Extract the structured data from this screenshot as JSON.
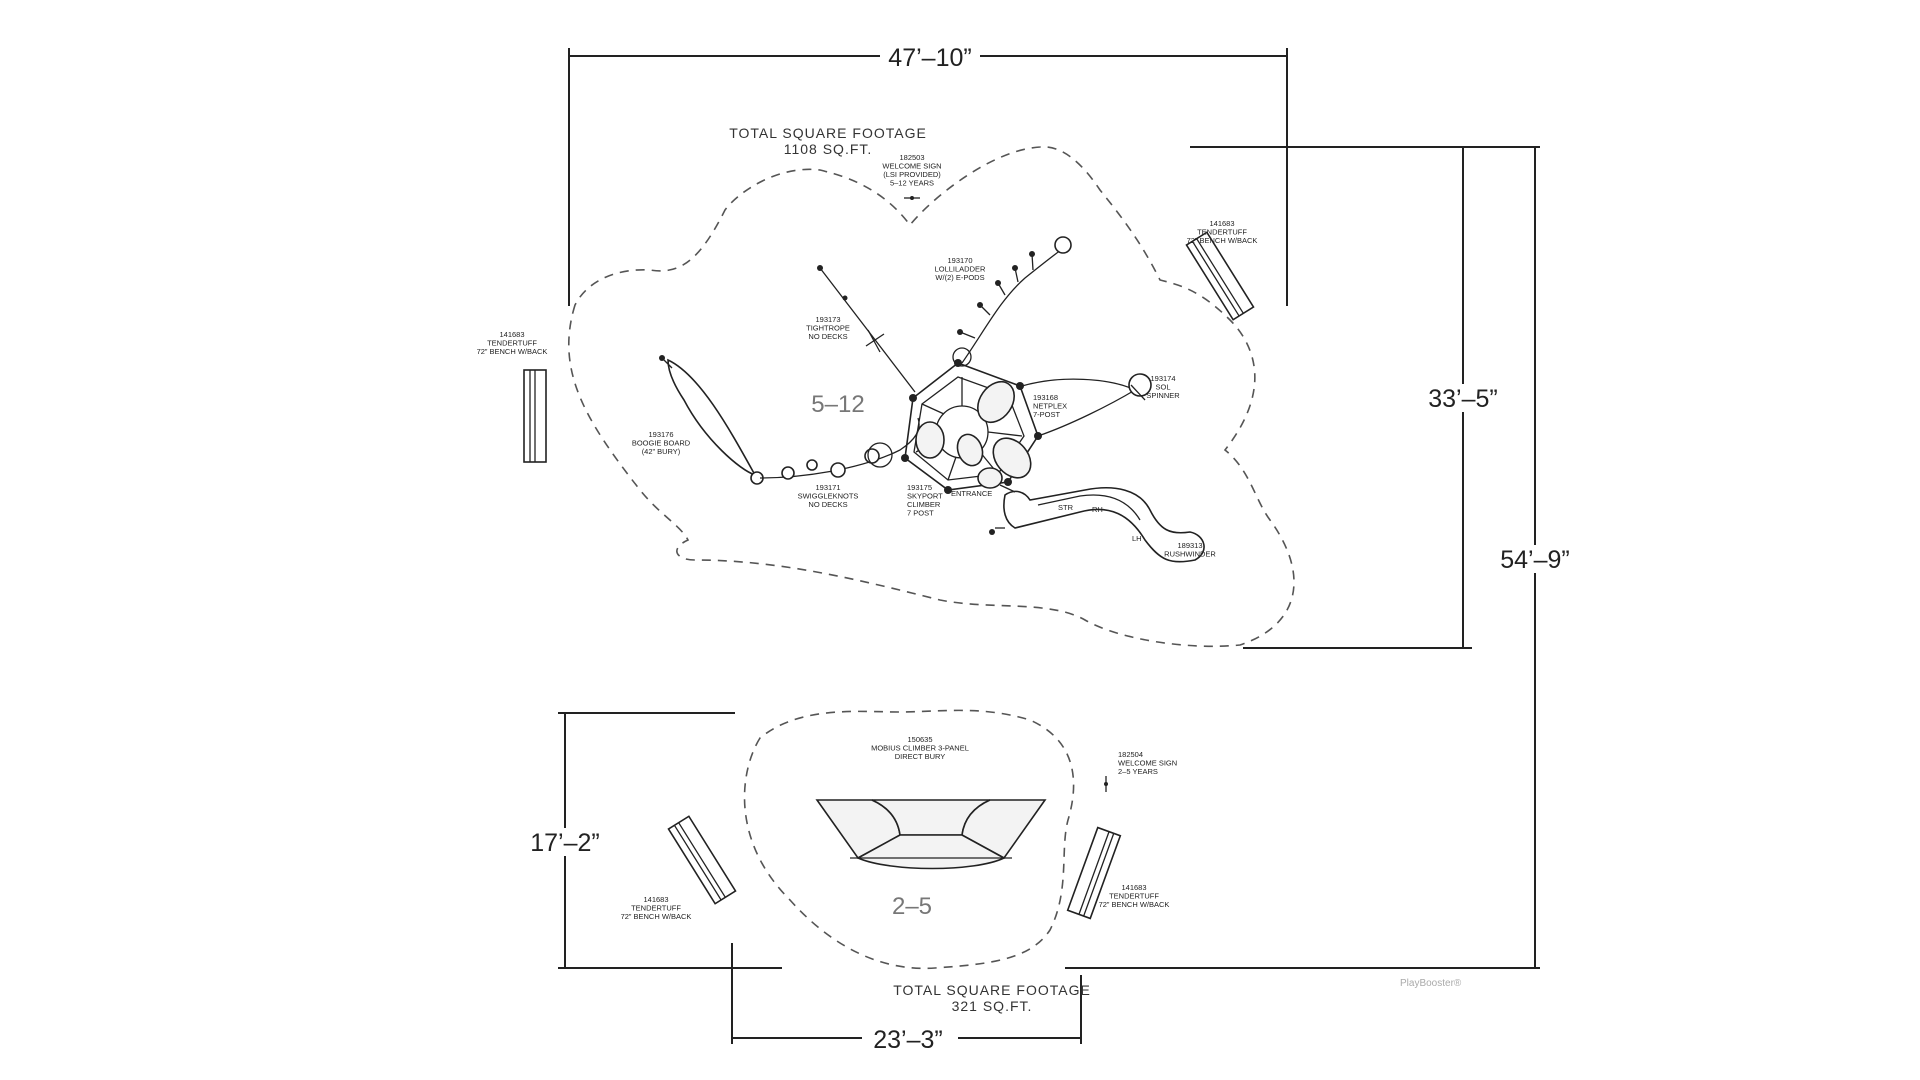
{
  "dimensions": {
    "top_width": "47’–10”",
    "upper_height": "33’–5”",
    "total_height": "54’–9”",
    "lower_height": "17’–2”",
    "bottom_width": "23’–3”"
  },
  "zones": {
    "upper": {
      "age_label": "5–12",
      "sq_title": "TOTAL SQUARE FOOTAGE",
      "sq_value": "1108 SQ.FT."
    },
    "lower": {
      "age_label": "2–5",
      "sq_title": "TOTAL SQUARE FOOTAGE",
      "sq_value": "321 SQ.FT."
    }
  },
  "components": {
    "welcome_sign_upper": [
      "182503",
      "WELCOME SIGN",
      "(LSI PROVIDED)",
      "5–12 YEARS"
    ],
    "lolliladder": [
      "193170",
      "LOLLILADDER",
      "W/(2) E-PODS"
    ],
    "tightrope": [
      "193173",
      "TIGHTROPE",
      "NO DECKS"
    ],
    "bench_upper_right": [
      "141683",
      "TENDERTUFF",
      "72” BENCH W/BACK"
    ],
    "bench_left": [
      "141683",
      "TENDERTUFF",
      "72” BENCH W/BACK"
    ],
    "sol_spinner": [
      "193174",
      "SOL",
      "SPINNER"
    ],
    "netplex": [
      "193168",
      "NETPLEX",
      "7-POST"
    ],
    "boogie_board": [
      "193176",
      "BOOGIE BOARD",
      "(42” BURY)"
    ],
    "swiggleknots": [
      "193171",
      "SWIGGLEKNOTS",
      "NO DECKS"
    ],
    "skyport": [
      "193175",
      "SKYPORT",
      "CLIMBER",
      "7 POST"
    ],
    "entrance": [
      "ENTRANCE"
    ],
    "rushwinder": [
      "189313",
      "RUSHWINDER"
    ],
    "mobius": [
      "150635",
      "MOBIUS CLIMBER 3-PANEL",
      "DIRECT BURY"
    ],
    "welcome_sign_lower": [
      "182504",
      "WELCOME SIGN",
      "2–5 YEARS"
    ],
    "bench_lower_left": [
      "141683",
      "TENDERTUFF",
      "72” BENCH W/BACK"
    ],
    "bench_lower_right": [
      "141683",
      "TENDERTUFF",
      "72” BENCH W/BACK"
    ]
  },
  "slide_marks": {
    "str": "STR",
    "rh": "RH",
    "lh": "LH"
  },
  "watermark": "PlayBooster®"
}
